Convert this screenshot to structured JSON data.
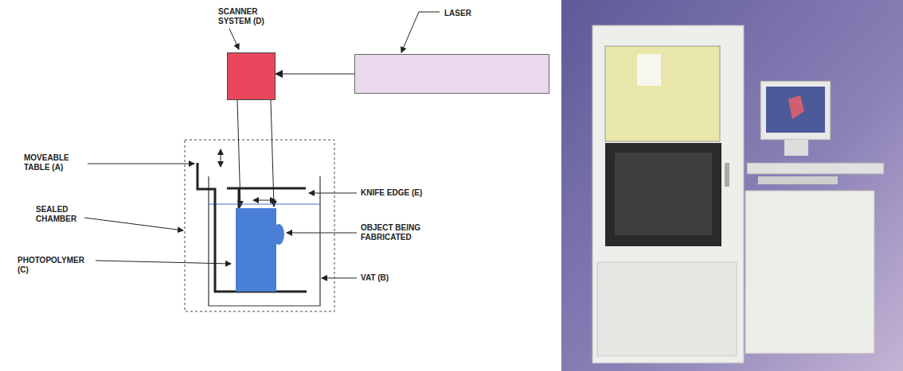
{
  "diagram": {
    "nodes": [
      {
        "text": [
          "SCANNER SYSTEM (D)"
        ]
      },
      {
        "text": [
          "LASER"
        ]
      }
    ],
    "edges": [
      {
        "from": 1,
        "to": 0,
        "arrow": "to"
      }
    ],
    "labels": [
      "MOVEABLE TABLE (A)",
      "KNIFE EDGE (E)",
      "SEALED CHAMBER",
      "OBJECT BEING FABRICATED",
      "PHOTOPOLYMER (C)",
      "VAT (B)"
    ]
  }
}
